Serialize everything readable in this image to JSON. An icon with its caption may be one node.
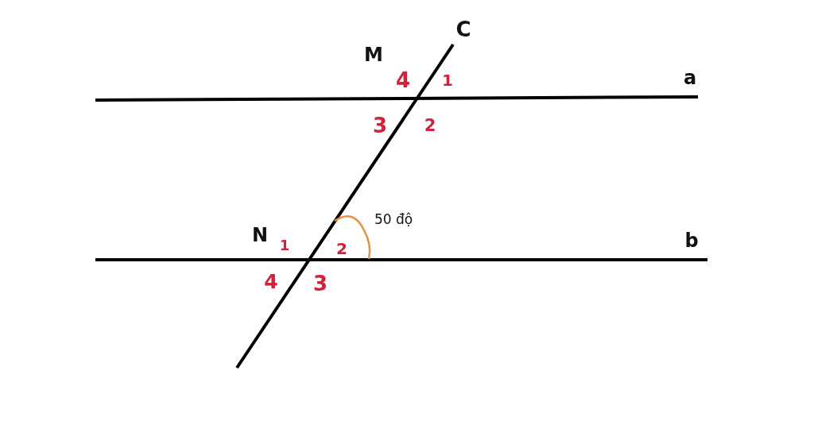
{
  "diagram": {
    "labels": [
      "C",
      "M",
      "4",
      "1",
      "a",
      "3",
      "2",
      "50 độ",
      "N",
      "1",
      "2",
      "b",
      "4",
      "3"
    ]
  }
}
